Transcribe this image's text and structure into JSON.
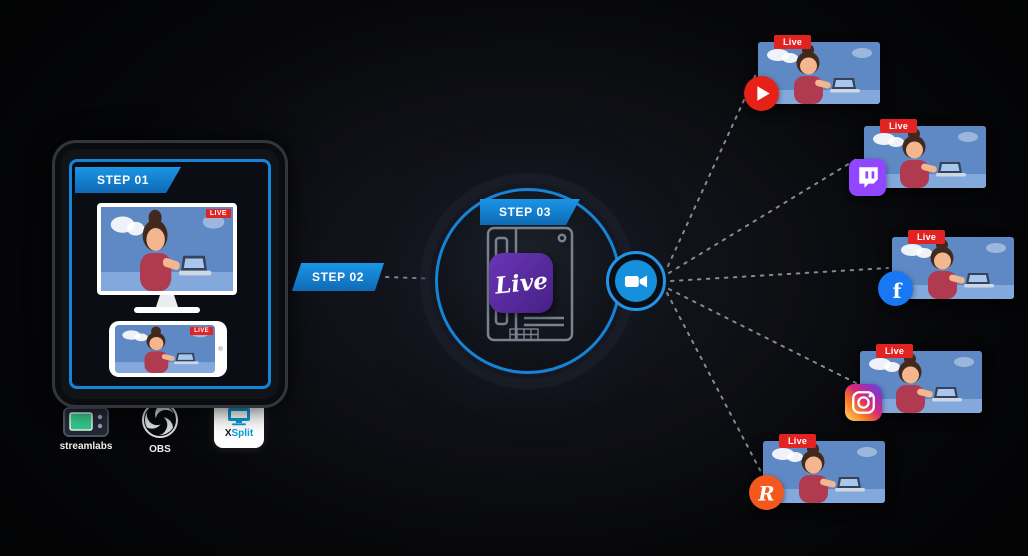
{
  "workflow": {
    "step_01": {
      "label": "STEP 01"
    },
    "step_02": {
      "label": "STEP 02"
    },
    "step_03": {
      "label": "STEP 03"
    }
  },
  "source_device": {
    "monitor": {
      "live_badge": "LIVE"
    },
    "phone": {
      "live_badge": "LIVE"
    }
  },
  "software": {
    "streamlabs": {
      "label": "streamlabs"
    },
    "obs": {
      "label": "OBS"
    },
    "xsplit": {
      "label_x": "X",
      "label_split": "Split"
    }
  },
  "nas": {
    "app_label": "Live"
  },
  "destinations": [
    {
      "platform": "youtube",
      "live_badge": "Live"
    },
    {
      "platform": "twitch",
      "live_badge": "Live"
    },
    {
      "platform": "facebook",
      "live_badge": "Live",
      "icon_glyph": "f"
    },
    {
      "platform": "instagram",
      "live_badge": "Live"
    },
    {
      "platform": "r-platform",
      "live_badge": "Live",
      "icon_glyph": "R"
    }
  ],
  "colors": {
    "accent_blue": "#1583d6",
    "live_red": "#e32222",
    "youtube_red": "#e62117",
    "twitch_purple": "#9146ff",
    "facebook_blue": "#1877f2",
    "instagram_gradient": [
      "#feda75",
      "#fa7e1e",
      "#d62976",
      "#962fbf",
      "#4f5bd5"
    ],
    "r_orange": "#f4581c",
    "nas_purple": "#5b2da0"
  }
}
